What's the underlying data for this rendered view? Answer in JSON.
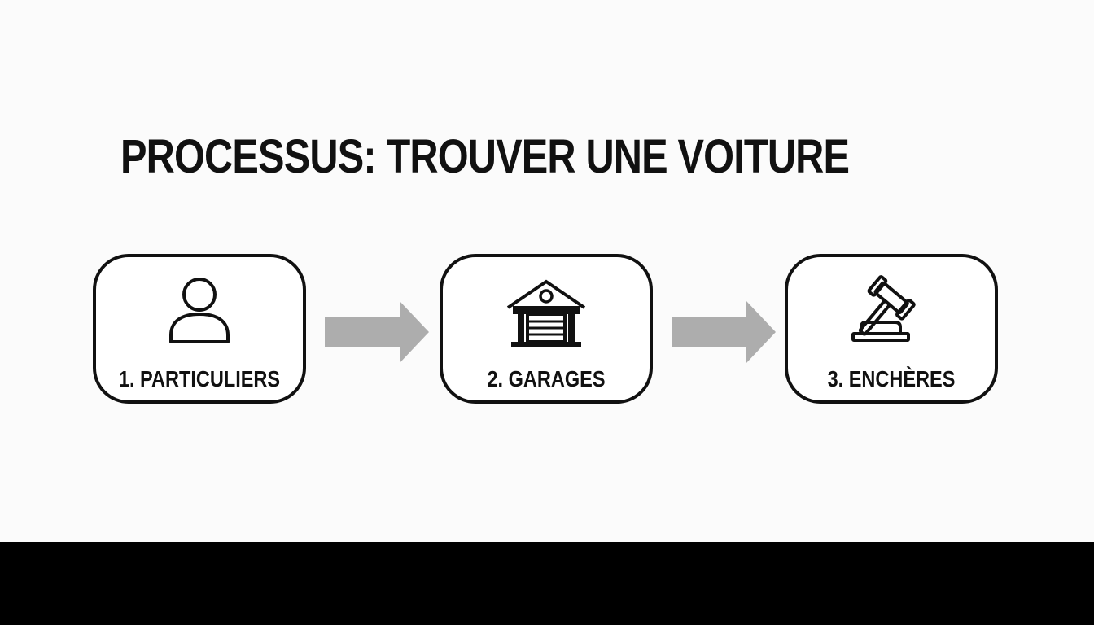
{
  "diagram": {
    "title": "PROCESSUS: TROUVER UNE VOITURE",
    "steps": [
      {
        "label": "1. PARTICULIERS",
        "icon": "person-icon"
      },
      {
        "label": "2. GARAGES",
        "icon": "garage-icon"
      },
      {
        "label": "3. ENCHÈRES",
        "icon": "gavel-icon"
      }
    ],
    "connector": "arrow-right"
  },
  "colors": {
    "background": "#fbfbfb",
    "text": "#111111",
    "box_border": "#111111",
    "box_fill": "#ffffff",
    "arrow": "#adadad",
    "bottom_bar": "#000000"
  }
}
